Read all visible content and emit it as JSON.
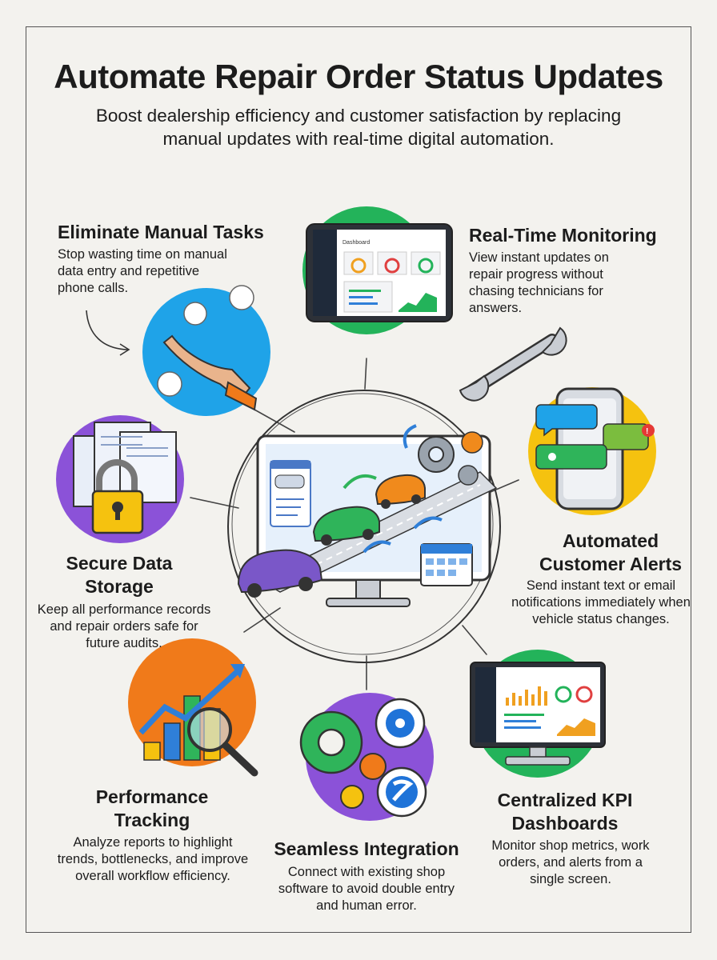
{
  "title": "Automate Repair Order Status Updates",
  "subtitle": "Boost dealership efficiency and customer satisfaction by replacing manual updates with real-time digital automation.",
  "features": [
    {
      "id": "manual",
      "title": "Eliminate Manual Tasks",
      "description": "Stop wasting time on manual data entry and repetitive phone calls.",
      "icon": "hand-crumpled-paper-icon",
      "color": "#1fa3e8"
    },
    {
      "id": "monitoring",
      "title": "Real-Time Monitoring",
      "description": "View instant updates on repair progress without chasing technicians for answers.",
      "icon": "tablet-dashboard-icon",
      "color": "#23b35a"
    },
    {
      "id": "alerts",
      "title": "Automated Customer Alerts",
      "description": "Send instant text or email notifications immediately when vehicle status changes.",
      "icon": "phone-notification-icon",
      "color": "#f5c20f"
    },
    {
      "id": "storage",
      "title": "Secure Data Storage",
      "description": "Keep all performance records and repair orders safe for future audits.",
      "icon": "padlock-documents-icon",
      "color": "#8b52d8"
    },
    {
      "id": "tracking",
      "title": "Performance Tracking",
      "description": "Analyze reports to highlight trends, bottlenecks, and improve overall workflow efficiency.",
      "icon": "chart-magnifier-icon",
      "color": "#f07a1a"
    },
    {
      "id": "integration",
      "title": "Seamless Integration",
      "description": "Connect with existing shop software to avoid double entry and human error.",
      "icon": "gears-integration-icon",
      "color": "#8b52d8"
    },
    {
      "id": "dashboards",
      "title": "Centralized KPI Dashboards",
      "description": "Monitor shop metrics, work orders, and alerts from a single screen.",
      "icon": "monitor-kpi-icon",
      "color": "#23b35a"
    }
  ],
  "tablet_screen_title": "Dashboard"
}
